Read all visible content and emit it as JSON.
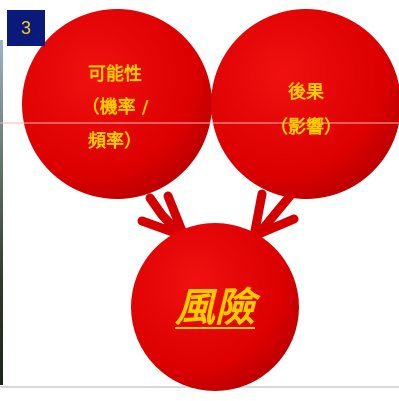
{
  "slide": {
    "page_number": "3"
  },
  "diagram": {
    "colors": {
      "circle_fill": "#e00000",
      "circle_shade": "#b00000",
      "label_text": "#ffcc00",
      "arrow": "#d40000",
      "badge_bg": "#0a1a7a"
    },
    "probability_node": {
      "line1": "可能性",
      "line2": "（機率 /",
      "line3": "頻率）"
    },
    "consequence_node": {
      "line1": "後果",
      "line2": "（影響）"
    },
    "risk_node": {
      "label": "風險"
    }
  }
}
